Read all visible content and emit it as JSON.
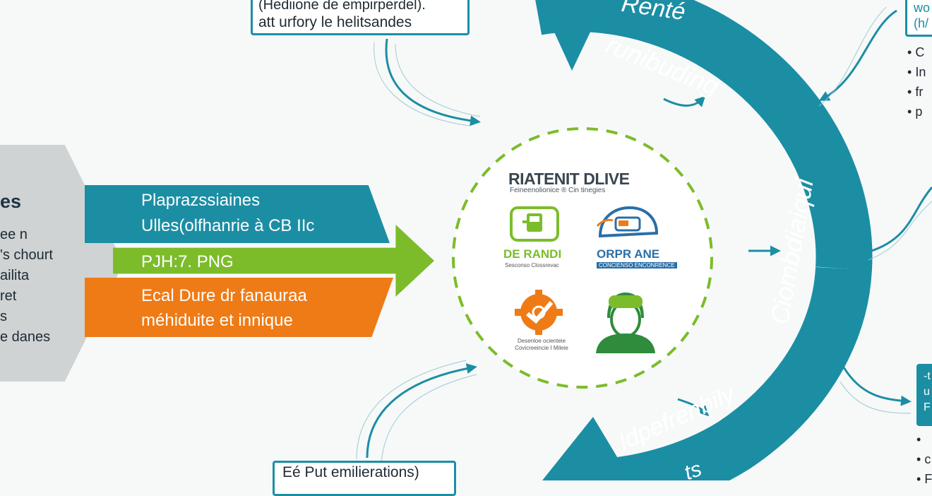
{
  "colors": {
    "teal": "#1b8ea4",
    "green": "#7cbc2b",
    "orange": "#ef7b16",
    "grey": "#cfd3d4",
    "dashed_circle": "#7cbc2b"
  },
  "top_box": {
    "line1": "(Hediione de empirperdel).",
    "line2": "att urfory le helitsandes"
  },
  "left_panel": {
    "title": "es",
    "items": [
      "ee n",
      "'s chourt",
      "ailita",
      "ret",
      "s",
      "e danes"
    ]
  },
  "bands": {
    "teal_line1": "Plaprazssiaines",
    "teal_line2": "Ulles(olfhanrie à CB IIc",
    "green": "PJH:7. PNG",
    "orange_line1": "Ecal Dure dr fanauraa",
    "orange_line2": "méhiduite et innique"
  },
  "center": {
    "title": "RIATENIT DLIVE",
    "subtitle": "Feineenolionice ® Cin tinegies",
    "logos": [
      {
        "icon": "tablet-icon",
        "label": "DE RANDI",
        "sub": "Sesconso Clossrevac"
      },
      {
        "icon": "helmet-icon",
        "label": "ORPR ANE",
        "sub": "CONCIENSO ENCONRENCE"
      },
      {
        "icon": "gear-check-icon",
        "label": "",
        "sub": "Desenloe ocienteie Covicreeincie I Mileie"
      },
      {
        "icon": "person-icon",
        "label": "",
        "sub": ""
      }
    ]
  },
  "arc": {
    "top_line1": "Renté",
    "top_line2": "runibuding",
    "right": "Ciombdiaiqui",
    "bottom_line1": "Idpefrenbily",
    "bottom_line2": "ts"
  },
  "right_top_box": {
    "line1": "wo",
    "line2": "(h/"
  },
  "right_bullets_top": [
    "C",
    "In",
    "fr",
    "p"
  ],
  "right_mid_box": {
    "line1": "-t",
    "line2": "u",
    "line3": "F"
  },
  "right_bullets_bottom": [
    "",
    "c",
    "F"
  ],
  "bottom_box": {
    "text": "Eé Put emilierations)"
  }
}
